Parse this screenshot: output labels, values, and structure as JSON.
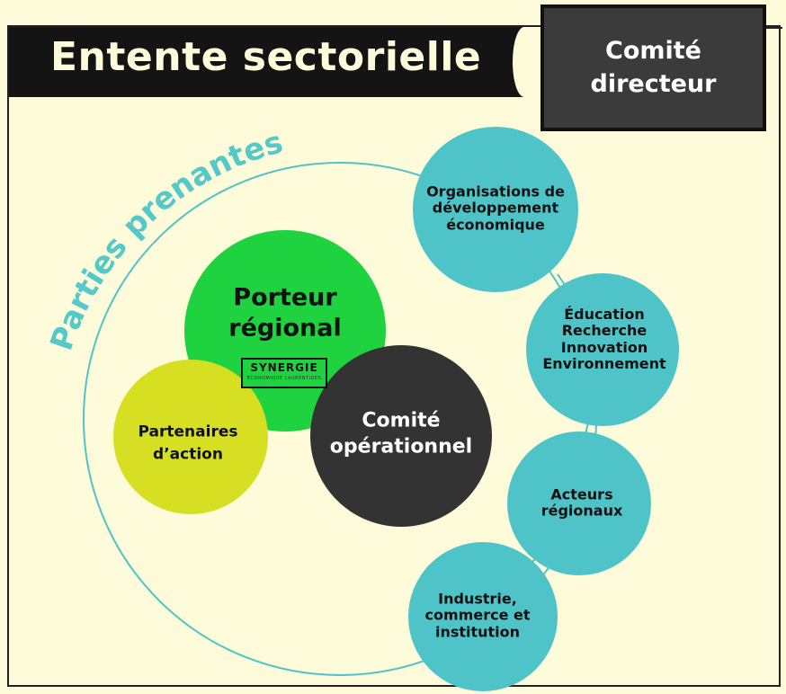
{
  "title": "Entente sectorielle",
  "comite_directeur": "Comité\ndirecteur",
  "arc_label": "Parties prenantes",
  "porteur": "Porteur\nrégional",
  "logo": {
    "name": "SYNERGIE",
    "subtitle": "ÉCONOMIQUE LAURENTIDES"
  },
  "comite_operationnel": "Comité\nopérationnel",
  "partenaires": "Partenaires\nd’action",
  "stakeholders": [
    "Organisations de\ndéveloppement\néconomique",
    "Éducation\nRecherche\nInnovation\nEnvironnement",
    "Acteurs\nrégionaux",
    "Industrie,\ncommerce et\ninstitution"
  ],
  "colors": {
    "background": "#fdfbd9",
    "teal": "#4fc4c8",
    "green": "#1fd340",
    "dark": "#333333",
    "yellow": "#d6df22",
    "arc_text": "#55c8c8"
  }
}
